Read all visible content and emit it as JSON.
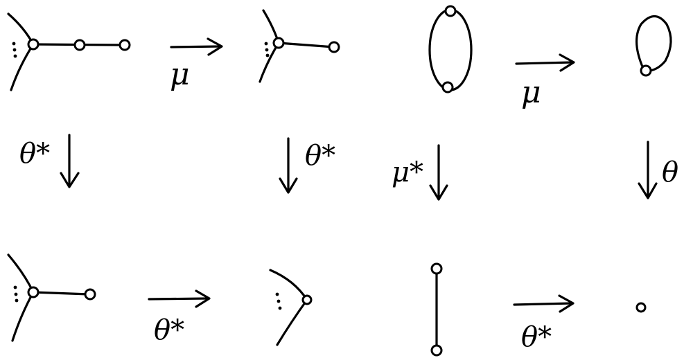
{
  "colors": {
    "ink": "#000000",
    "background": "#ffffff"
  },
  "labels": {
    "mu": "μ",
    "theta_star": "θ*",
    "mu_star": "μ*",
    "theta": "θ"
  }
}
